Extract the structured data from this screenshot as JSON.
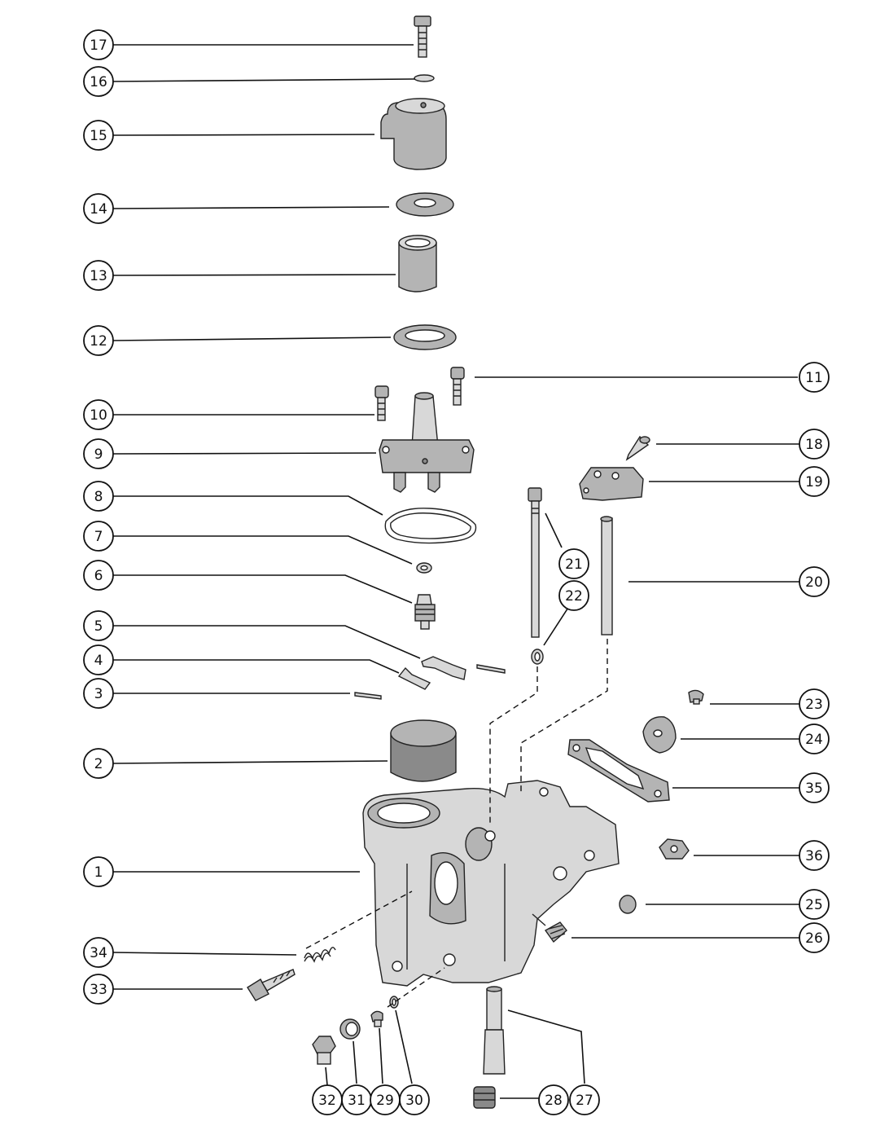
{
  "callouts": [
    {
      "label": "17"
    },
    {
      "label": "16"
    },
    {
      "label": "15"
    },
    {
      "label": "14"
    },
    {
      "label": "13"
    },
    {
      "label": "12"
    },
    {
      "label": "11"
    },
    {
      "label": "10"
    },
    {
      "label": "9"
    },
    {
      "label": "18"
    },
    {
      "label": "19"
    },
    {
      "label": "8"
    },
    {
      "label": "21"
    },
    {
      "label": "7"
    },
    {
      "label": "22"
    },
    {
      "label": "20"
    },
    {
      "label": "6"
    },
    {
      "label": "5"
    },
    {
      "label": "4"
    },
    {
      "label": "3"
    },
    {
      "label": "23"
    },
    {
      "label": "24"
    },
    {
      "label": "2"
    },
    {
      "label": "35"
    },
    {
      "label": "36"
    },
    {
      "label": "1"
    },
    {
      "label": "25"
    },
    {
      "label": "26"
    },
    {
      "label": "34"
    },
    {
      "label": "33"
    },
    {
      "label": "32"
    },
    {
      "label": "31"
    },
    {
      "label": "29"
    },
    {
      "label": "30"
    },
    {
      "label": "28"
    },
    {
      "label": "27"
    }
  ]
}
